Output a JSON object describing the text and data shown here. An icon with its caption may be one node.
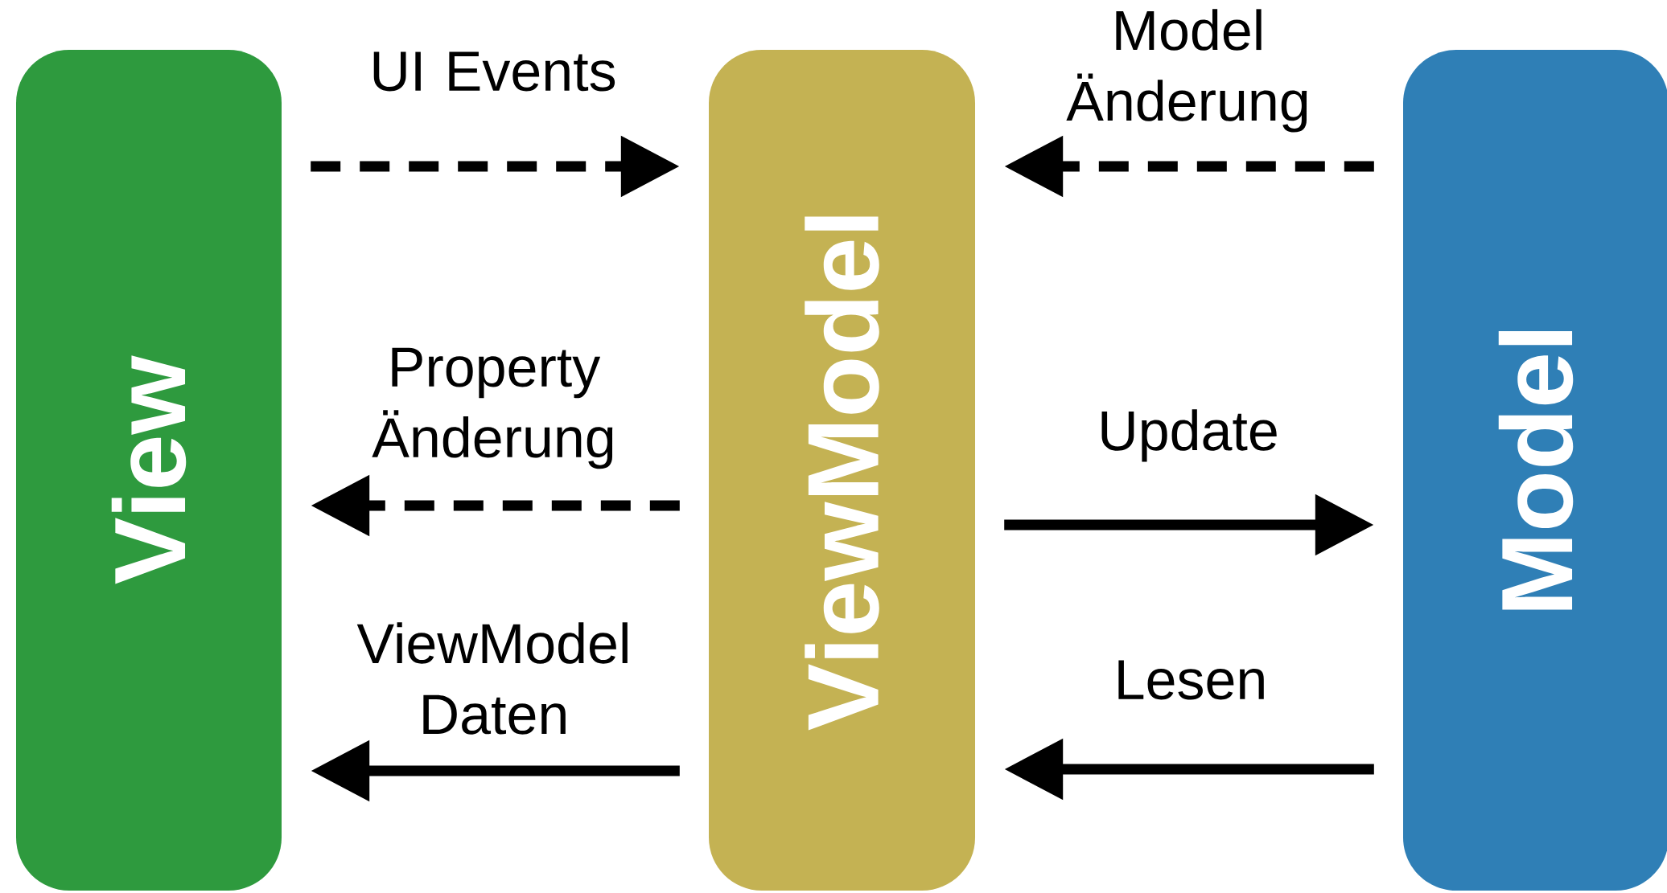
{
  "diagram": {
    "nodes": [
      {
        "text": [
          "View"
        ]
      },
      {
        "text": [
          "ViewModel"
        ]
      },
      {
        "text": [
          "Model"
        ]
      }
    ],
    "edges": [
      {
        "from": 0,
        "to": 1,
        "arrow": "to",
        "label": "UI Events",
        "style": "dashed"
      },
      {
        "from": 2,
        "to": 1,
        "arrow": "to",
        "label": "Model Änderung",
        "style": "dashed"
      },
      {
        "from": 1,
        "to": 0,
        "arrow": "to",
        "label": "Property Änderung",
        "style": "dashed"
      },
      {
        "from": 1,
        "to": 2,
        "arrow": "to",
        "label": "Update"
      },
      {
        "from": 1,
        "to": 0,
        "arrow": "to",
        "label": "ViewModel Daten"
      },
      {
        "from": 2,
        "to": 1,
        "arrow": "to",
        "label": "Lesen"
      }
    ]
  }
}
